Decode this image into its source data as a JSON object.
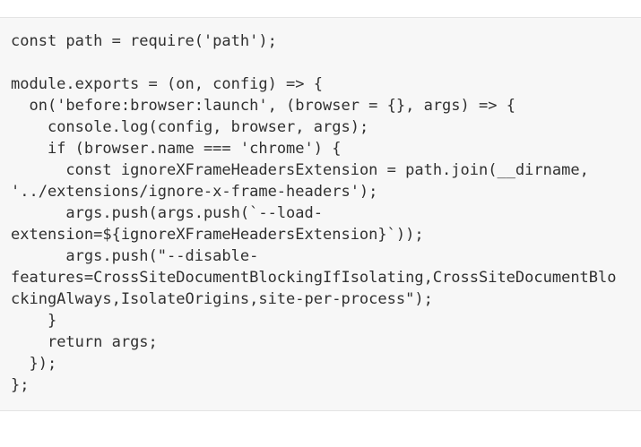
{
  "page": {
    "background_color": "#ffffff"
  },
  "code_block": {
    "background_color": "#f7f7f7",
    "border_color": "#e4e4e4",
    "text_color": "#303030",
    "lines": [
      "const path = require('path');",
      "",
      "module.exports = (on, config) => {",
      "  on('before:browser:launch', (browser = {}, args) => {",
      "    console.log(config, browser, args);",
      "    if (browser.name === 'chrome') {",
      "      const ignoreXFrameHeadersExtension = path.join(__dirname,",
      "'../extensions/ignore-x-frame-headers');",
      "      args.push(args.push(`--load-",
      "extension=${ignoreXFrameHeadersExtension}`));",
      "      args.push(\"--disable-",
      "features=CrossSiteDocumentBlockingIfIsolating,CrossSiteDocumentBlo",
      "ckingAlways,IsolateOrigins,site-per-process\");",
      "    }",
      "    return args;",
      "  });",
      "};"
    ]
  }
}
